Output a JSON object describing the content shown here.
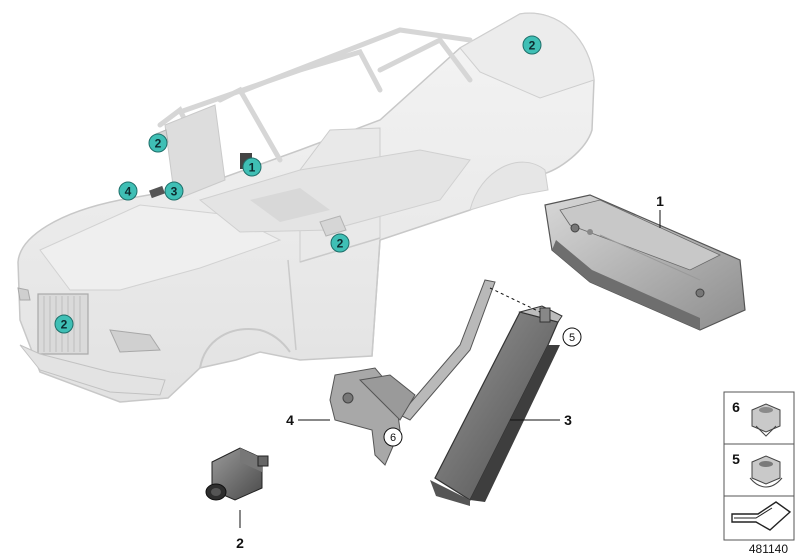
{
  "diagram": {
    "badge_fill": "#3fbfb5",
    "badge_stroke": "#1f6f6a",
    "car_callouts": [
      {
        "label": "2",
        "name": "callout-2-rear"
      },
      {
        "label": "2",
        "name": "callout-2-mirror-top"
      },
      {
        "label": "1",
        "name": "callout-1-interior"
      },
      {
        "label": "4",
        "name": "callout-4-windshield"
      },
      {
        "label": "3",
        "name": "callout-3-windshield"
      },
      {
        "label": "2",
        "name": "callout-2-side-mirror"
      },
      {
        "label": "2",
        "name": "callout-2-grille"
      }
    ],
    "part_labels": [
      {
        "label": "1",
        "name": "part-label-1"
      },
      {
        "label": "3",
        "name": "part-label-3"
      },
      {
        "label": "4",
        "name": "part-label-4"
      },
      {
        "label": "2",
        "name": "part-label-2"
      }
    ],
    "circled_labels": [
      {
        "label": "5",
        "name": "circled-label-5"
      },
      {
        "label": "6",
        "name": "circled-label-6"
      }
    ],
    "legend": [
      {
        "label": "6",
        "name": "legend-item-6-nut"
      },
      {
        "label": "5",
        "name": "legend-item-5-nut"
      }
    ],
    "diagram_number": "481140"
  }
}
